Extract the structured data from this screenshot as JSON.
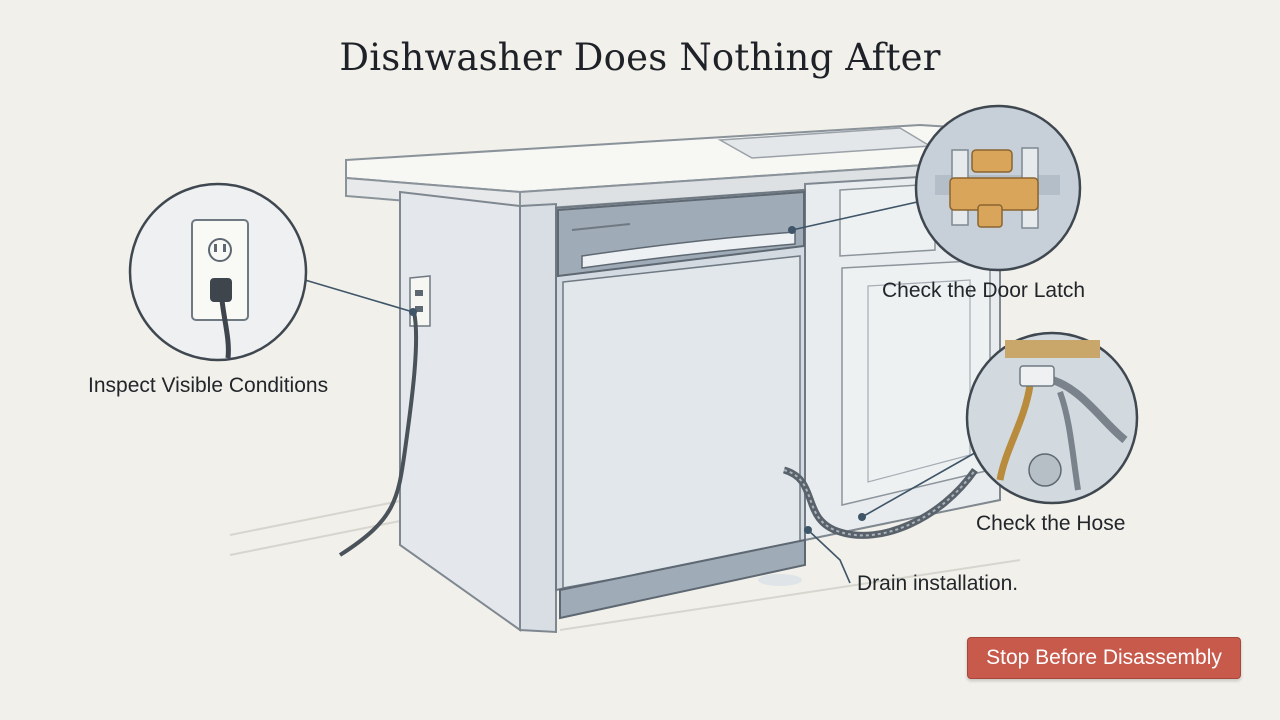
{
  "title": "Dishwasher Does Nothing After",
  "callouts": {
    "inspect": "Inspect Visible Conditions",
    "door_latch": "Check the Door Latch",
    "hose": "Check the Hose",
    "drain": "Drain installation."
  },
  "stop_button": "Stop Before Disassembly",
  "colors": {
    "background": "#f1f0ea",
    "cabinet": "#e2e6ea",
    "appliance": "#cfd7df",
    "latch": "#d9a55a",
    "button": "#c85a4c"
  }
}
